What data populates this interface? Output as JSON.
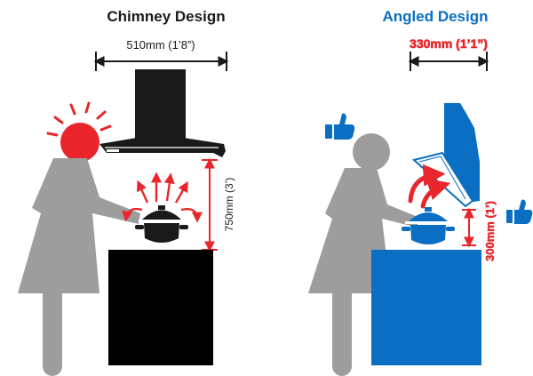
{
  "colors": {
    "background": "#ffffff",
    "figure": "#9d9d9d",
    "chimney_hood": "#1a1a1a",
    "chimney_counter": "#000000",
    "angled_accent": "#0a6fc2",
    "warning_red": "#e8262b",
    "text_dark": "#1a1a1a"
  },
  "chimney": {
    "title": "Chimney Design",
    "width_label": "510mm (1’8”)",
    "height_label": "750mm (3’)",
    "icons": [
      "impact-burst-icon",
      "steam-arrows-icon",
      "cooking-pot-icon"
    ]
  },
  "angled": {
    "title": "Angled Design",
    "width_label": "330mm (1’1”)",
    "height_label": "300mm (1’)",
    "icons": [
      "thumbs-up-icon",
      "thumbs-up-icon",
      "curved-arrow-icon",
      "cooking-pot-icon"
    ]
  }
}
